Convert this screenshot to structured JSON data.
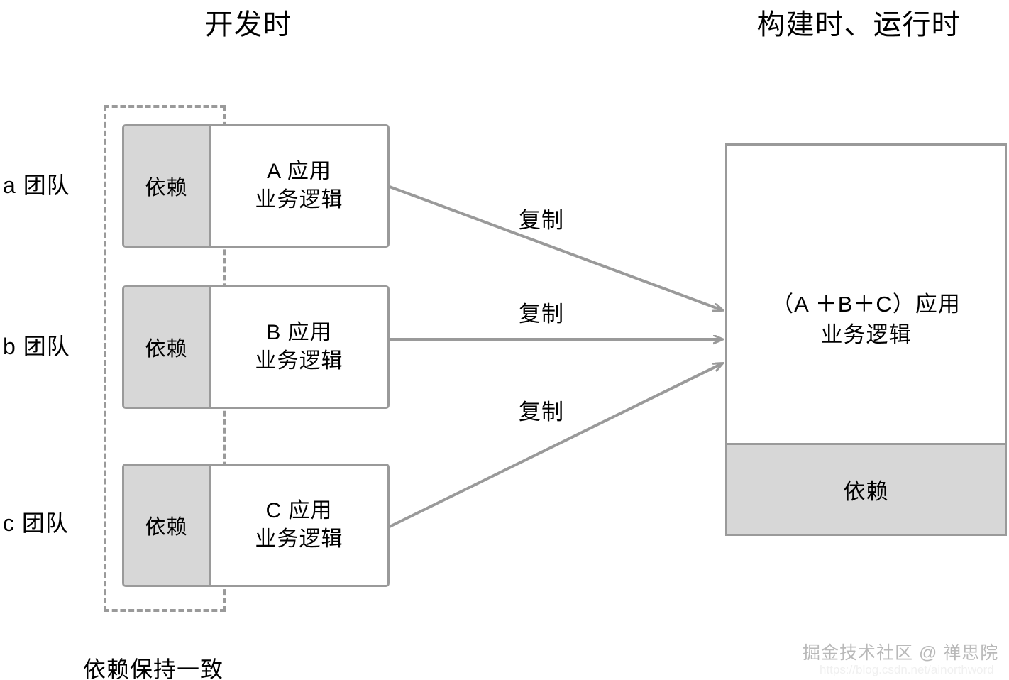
{
  "titles": {
    "left": "开发时",
    "right": "构建时、运行时"
  },
  "teams": [
    {
      "label": "a 团队"
    },
    {
      "label": "b 团队"
    },
    {
      "label": "c 团队"
    }
  ],
  "dev_boxes": [
    {
      "dependency": "依赖",
      "logic_line1": "A 应用",
      "logic_line2": "业务逻辑"
    },
    {
      "dependency": "依赖",
      "logic_line1": "B 应用",
      "logic_line2": "业务逻辑"
    },
    {
      "dependency": "依赖",
      "logic_line1": "C 应用",
      "logic_line2": "业务逻辑"
    }
  ],
  "merged_box": {
    "logic_line1": "（A ＋B＋C）应用",
    "logic_line2": "业务逻辑",
    "dependency": "依赖"
  },
  "arrow_labels": [
    {
      "text": "复制"
    },
    {
      "text": "复制"
    },
    {
      "text": "复制"
    }
  ],
  "notes": {
    "consistency": "依赖保持一致"
  },
  "watermark": {
    "text": "掘金技术社区 @ 禅思院",
    "url": "https://blog.csdn.net/ainorthword"
  },
  "colors": {
    "stroke": "#9a9a9a",
    "dependency_fill": "#d7d7d7",
    "text": "#000000",
    "background": "#ffffff",
    "watermark": "#b9b9b9"
  }
}
